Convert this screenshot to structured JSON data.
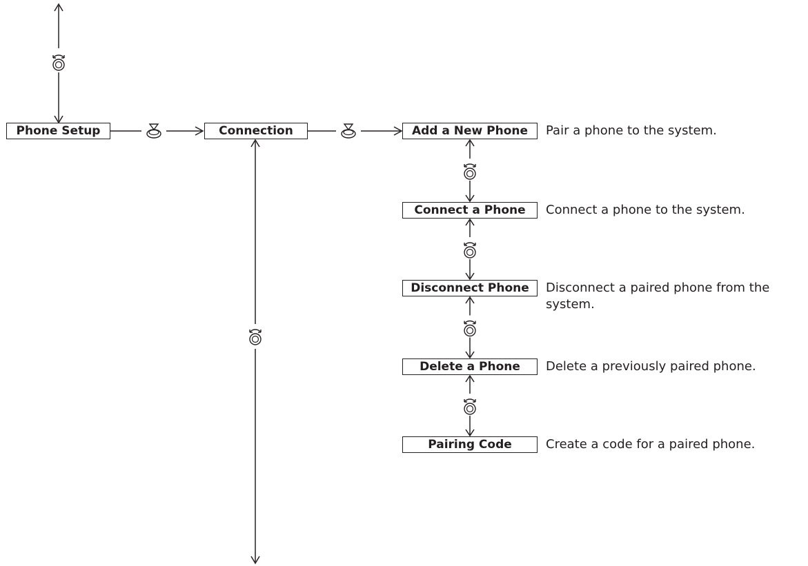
{
  "menu": {
    "root": "Phone Setup",
    "connection": "Connection",
    "items": [
      {
        "label": "Add a New Phone",
        "description": "Pair a phone to the system."
      },
      {
        "label": "Connect a Phone",
        "description": "Connect a phone to the system."
      },
      {
        "label": "Disconnect Phone",
        "description": "Disconnect a paired phone from the system."
      },
      {
        "label": "Delete a Phone",
        "description": "Delete a previously paired phone."
      },
      {
        "label": "Pairing Code",
        "description": "Create a code for a paired phone."
      }
    ]
  },
  "icons": {
    "rotate": "rotate-knob-icon",
    "press": "press-knob-icon"
  },
  "colors": {
    "line": "#231f20",
    "background": "#ffffff"
  }
}
